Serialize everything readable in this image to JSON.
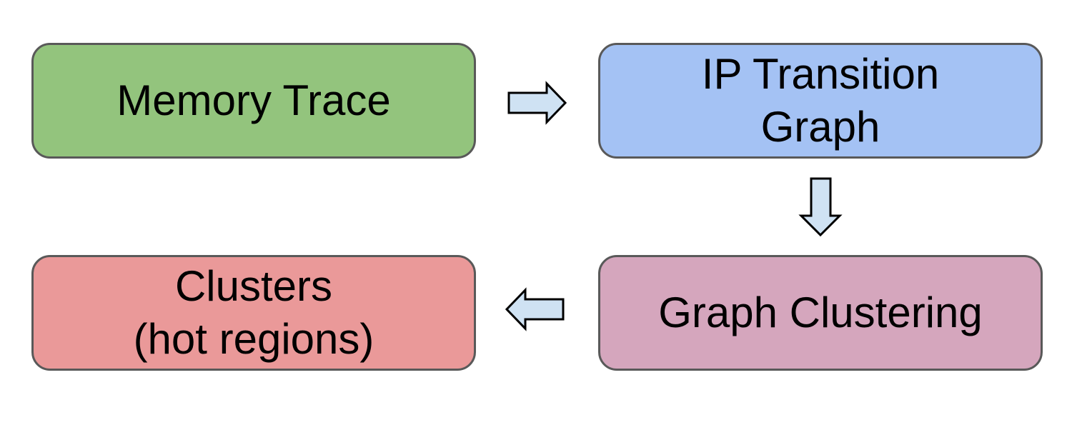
{
  "colors": {
    "memory_fill": "#93c47d",
    "ipgraph_fill": "#a4c2f4",
    "clustering_fill": "#d5a6bd",
    "clusters_fill": "#ea9999",
    "arrow_fill": "#cfe2f3",
    "stroke": "#595959"
  },
  "boxes": {
    "memory_trace": {
      "lines": [
        "Memory Trace"
      ]
    },
    "ip_transition_graph": {
      "lines": [
        "IP Transition",
        "Graph"
      ]
    },
    "graph_clustering": {
      "lines": [
        "Graph Clustering"
      ]
    },
    "clusters": {
      "lines": [
        "Clusters",
        "(hot regions)"
      ]
    }
  }
}
